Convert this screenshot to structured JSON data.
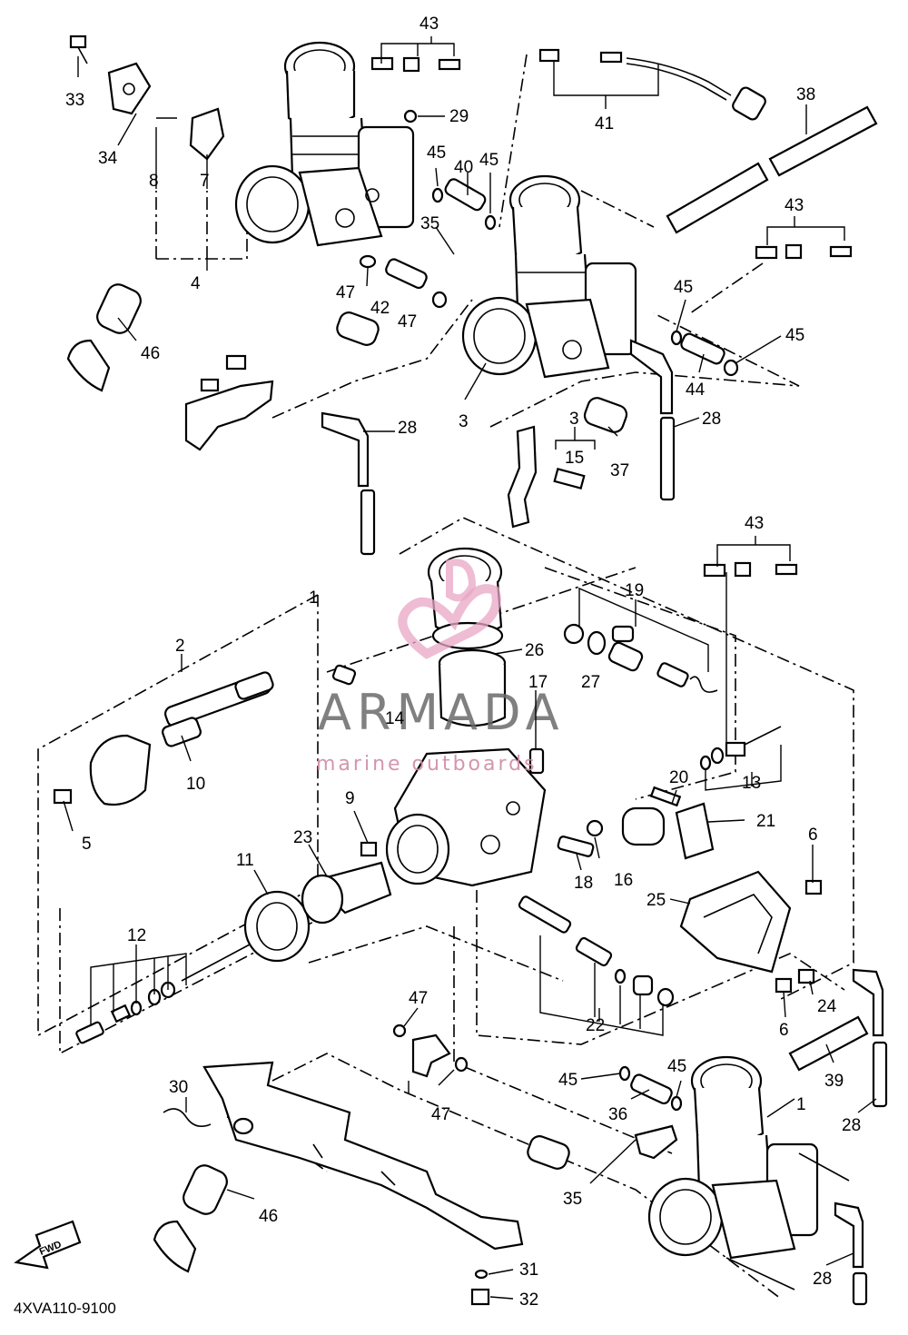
{
  "diagram_code": "4XVA110-9100",
  "fwd_label": "FWD",
  "watermark": {
    "brand": "ARMADA",
    "tagline": "marine outboards",
    "logo_color": "#e8a6c4",
    "text_color": "#6b6b6b"
  },
  "callouts": [
    "1",
    "2",
    "3",
    "4",
    "5",
    "6",
    "7",
    "8",
    "9",
    "10",
    "11",
    "12",
    "13",
    "14",
    "15",
    "16",
    "17",
    "18",
    "19",
    "20",
    "21",
    "22",
    "23",
    "24",
    "25",
    "26",
    "27",
    "28",
    "29",
    "30",
    "31",
    "32",
    "33",
    "34",
    "35",
    "36",
    "37",
    "38",
    "39",
    "40",
    "41",
    "42",
    "43",
    "44",
    "45",
    "46",
    "47"
  ]
}
